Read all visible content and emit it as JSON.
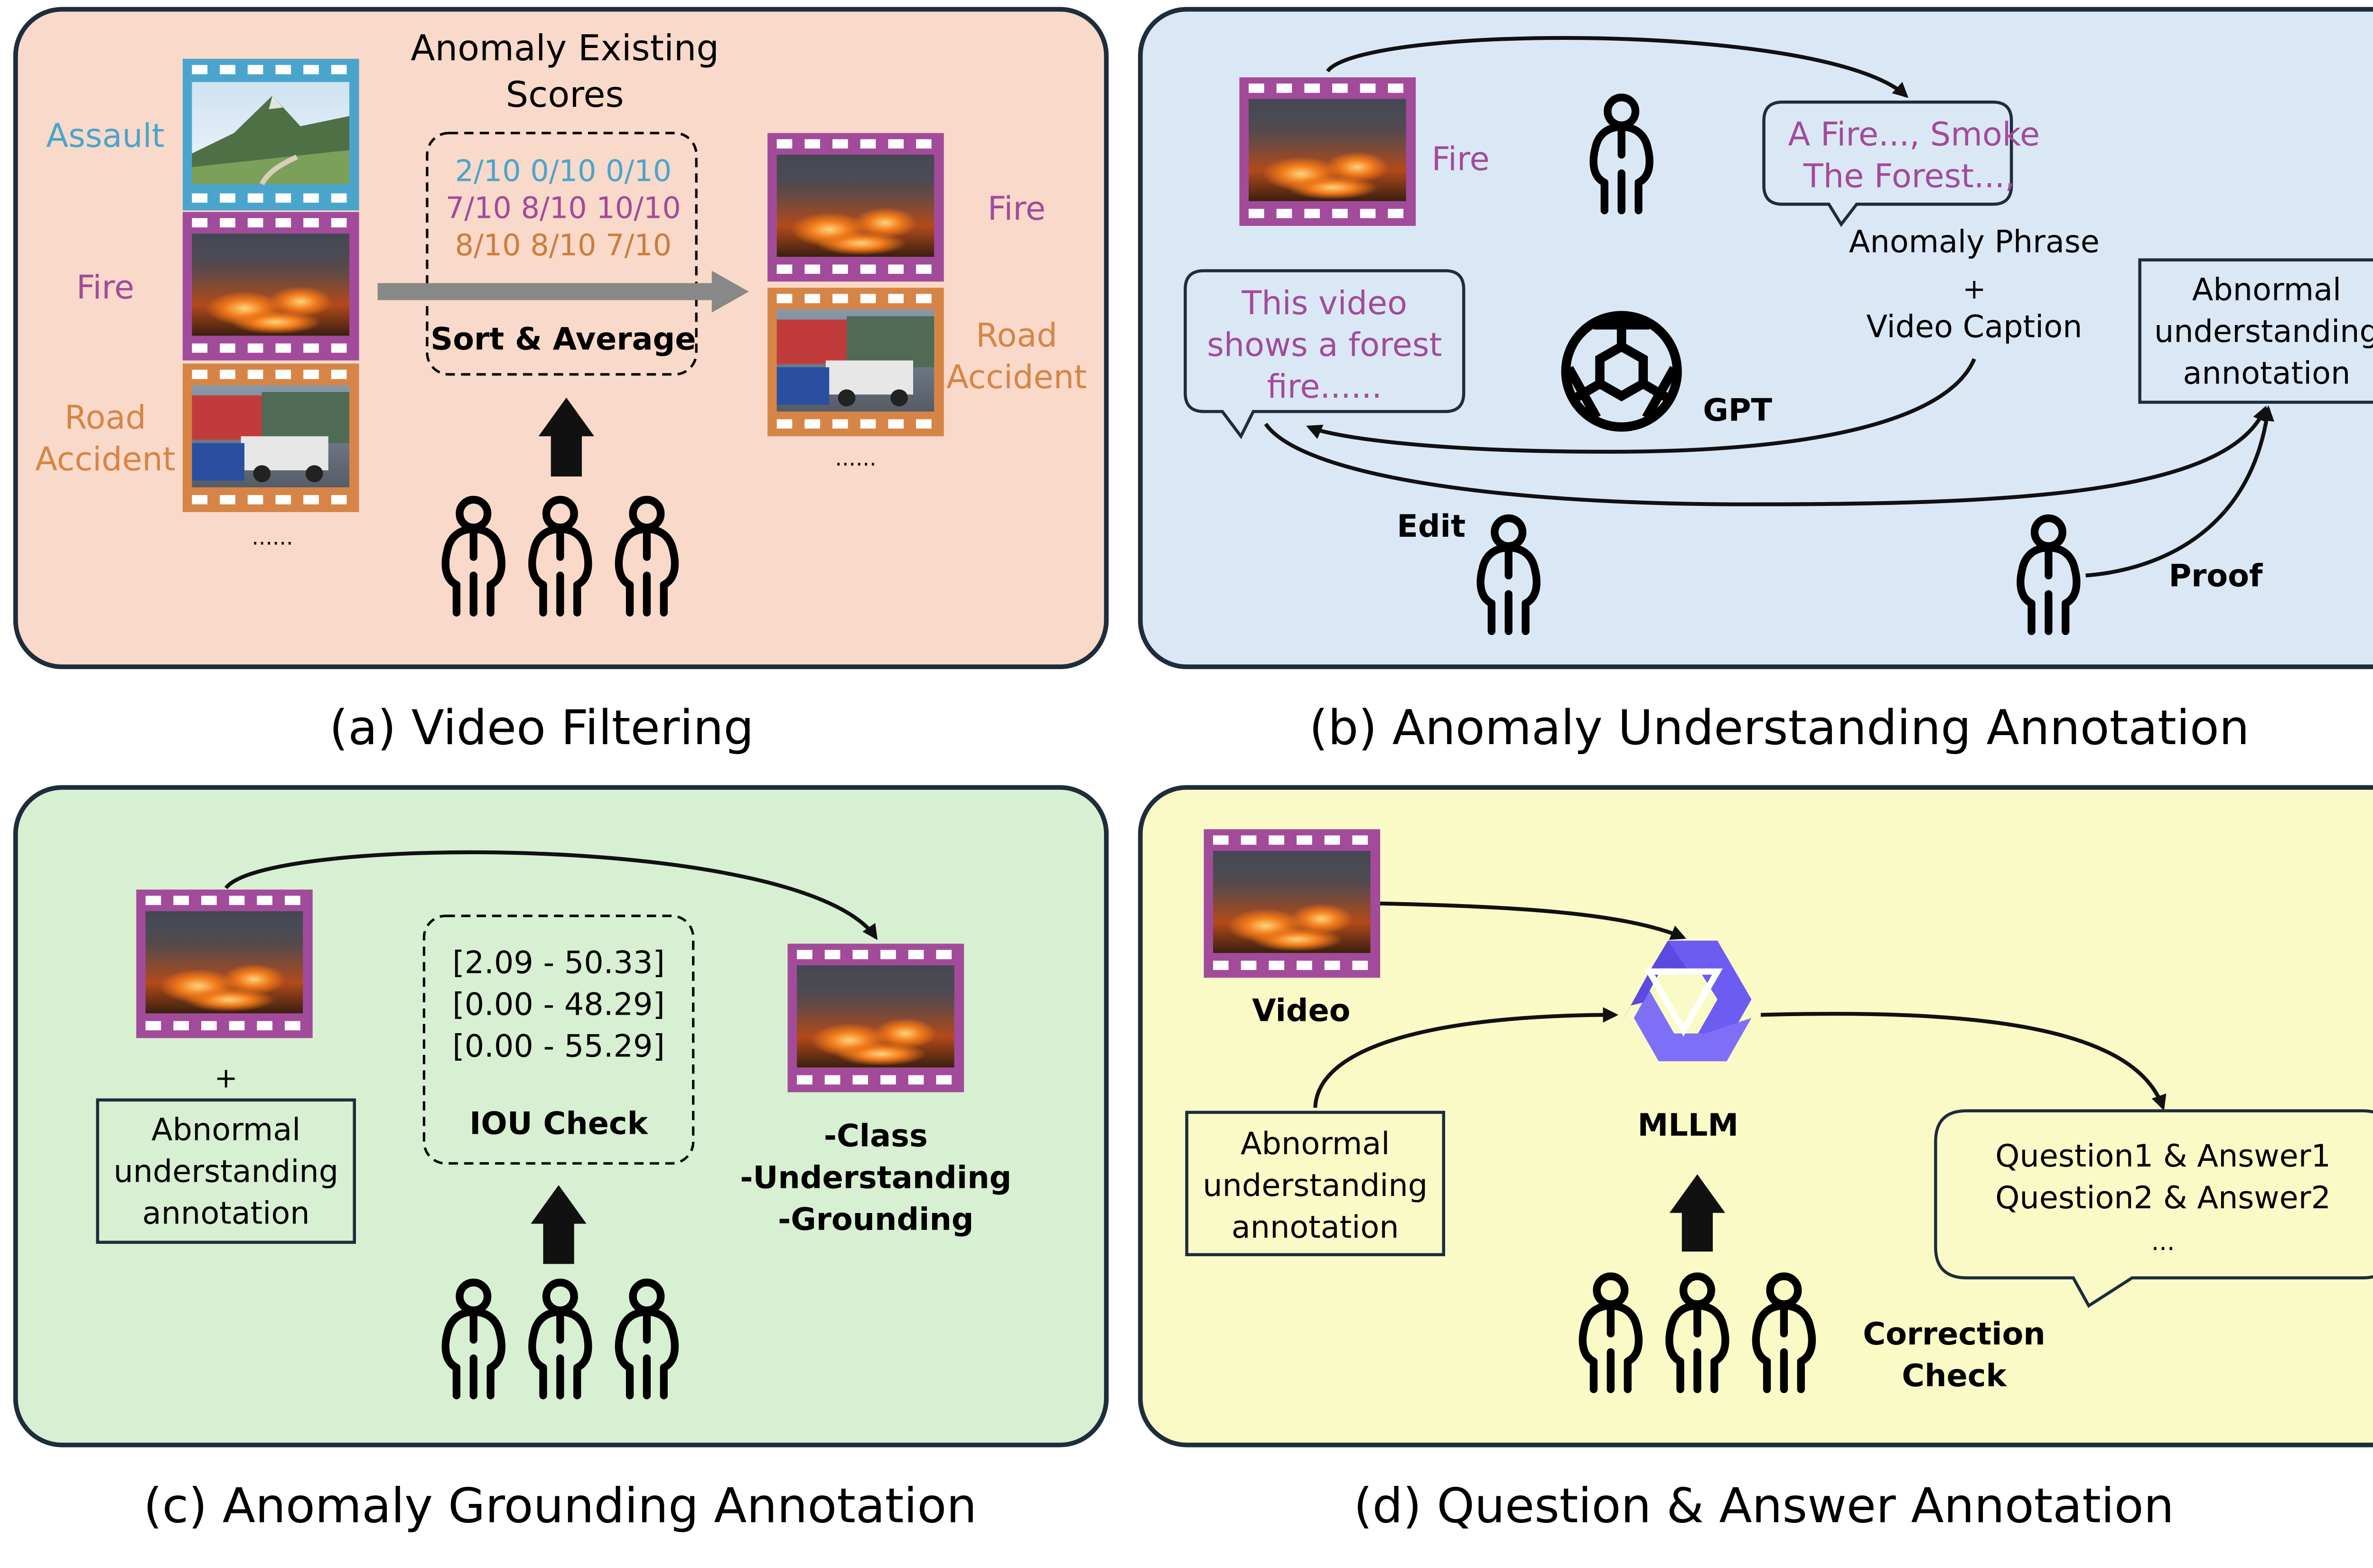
{
  "colors": {
    "panel_a_bg": "#f9d9c9",
    "panel_b_bg": "#dae8f6",
    "panel_c_bg": "#d8f0d2",
    "panel_d_bg": "#fafac6",
    "panel_border": "#1e2d3c",
    "assault": "#4aa5cc",
    "fire": "#a24b9a",
    "road": "#d68547",
    "score_orange": "#cd7d3e",
    "caption_text": "#a24b9a",
    "arrow_gray": "#888888",
    "mllm_logo": "#6c5cf2"
  },
  "panel_a": {
    "caption": "(a) Video Filtering",
    "title_line1": "Anomaly Existing",
    "title_line2": "Scores",
    "scores": [
      "2/10 0/10 0/10",
      "7/10 8/10 10/10",
      "8/10 8/10 7/10"
    ],
    "sort_label": "Sort & Average",
    "left_labels": {
      "assault": "Assault",
      "fire": "Fire",
      "road_line1": "Road",
      "road_line2": "Accident"
    },
    "right_labels": {
      "fire": "Fire",
      "road_line1": "Road",
      "road_line2": "Accident"
    },
    "ellipsis_left": "......",
    "ellipsis_right": "......"
  },
  "panel_b": {
    "caption": "(b) Anomaly Understanding Annotation",
    "fire_label": "Fire",
    "bubble_top_line1": "A Fire..., Smoke",
    "bubble_top_line2": "The Forest...,",
    "phrase_label": "Anomaly Phrase",
    "plus": "+",
    "caption_label": "Video Caption",
    "bubble_left_line1": "This video",
    "bubble_left_line2": "shows a forest",
    "bubble_left_line3": "fire......",
    "gpt_label": "GPT",
    "abnormal_line1": "Abnormal",
    "abnormal_line2": "understanding",
    "abnormal_line3": "annotation",
    "edit_label": "Edit",
    "proof_label": "Proof"
  },
  "panel_c": {
    "caption": "(c) Anomaly Grounding Annotation",
    "plus": "+",
    "abnormal_line1": "Abnormal",
    "abnormal_line2": "understanding",
    "abnormal_line3": "annotation",
    "ranges": [
      "[2.09 - 50.33]",
      "[0.00 - 48.29]",
      "[0.00 - 55.29]"
    ],
    "iou_label": "IOU Check",
    "output_lines": [
      "-Class",
      "-Understanding",
      "-Grounding"
    ]
  },
  "panel_d": {
    "caption": "(d) Question & Answer Annotation",
    "video_label": "Video",
    "abnormal_line1": "Abnormal",
    "abnormal_line2": "understanding",
    "abnormal_line3": "annotation",
    "mllm_label": "MLLM",
    "qa_line1": "Question1 & Answer1",
    "qa_line2": "Question2 & Answer2",
    "qa_line3": "...",
    "correction_line1": "Correction",
    "correction_line2": "Check"
  }
}
